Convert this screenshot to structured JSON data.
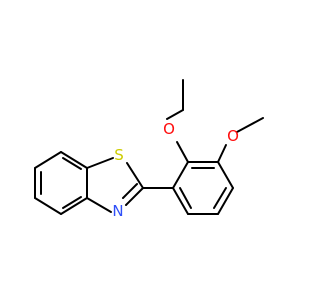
{
  "molecule": {
    "atoms": {
      "sulfur": {
        "label": "S",
        "color": "#cccc00"
      },
      "nitrogen": {
        "label": "N",
        "color": "#3050f8"
      },
      "oxygen_ethoxy": {
        "label": "O",
        "color": "#ff0d0d"
      },
      "oxygen_methoxy": {
        "label": "O",
        "color": "#ff0d0d"
      }
    },
    "bond_color": "#000000"
  }
}
